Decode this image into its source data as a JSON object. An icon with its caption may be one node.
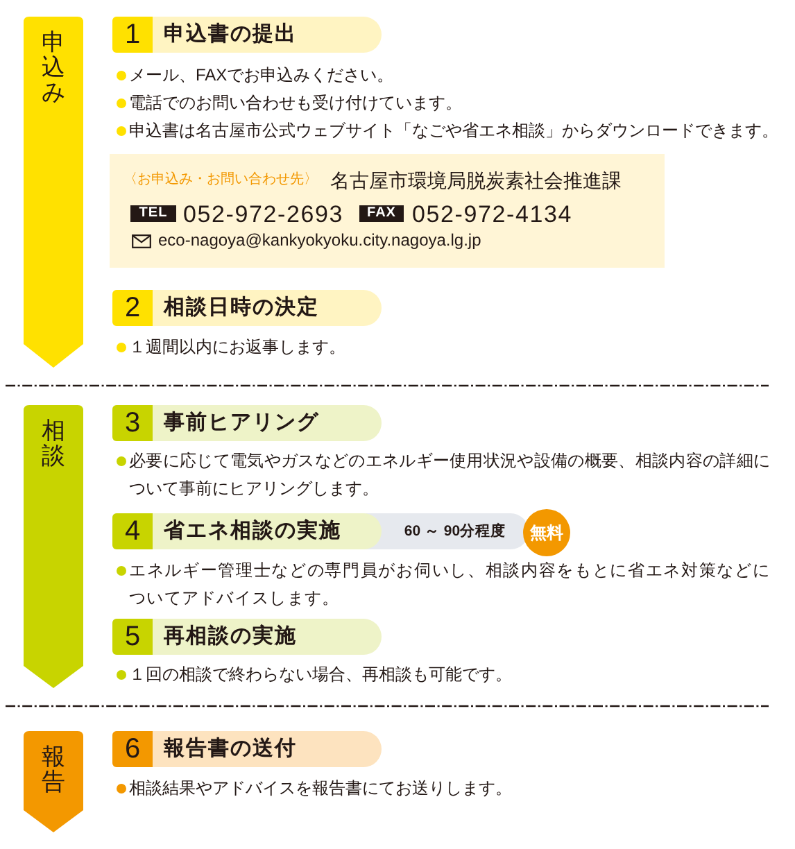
{
  "diagram": {
    "nodes": [
      {
        "text": [
          "申込み"
        ]
      },
      {
        "text": [
          "1",
          "申込書の提出"
        ]
      },
      {
        "text": [
          "〈お申込み・お問い合わせ先〉",
          "名古屋市環境局脱炭素社会推進課",
          "052-972-2693",
          "052-972-4134",
          "eco-nagoya@kankyokyoku.city.nagoya.lg.jp"
        ]
      },
      {
        "text": [
          "TEL"
        ],
        "in": 2
      },
      {
        "text": [
          "FAX"
        ],
        "in": 2
      },
      {
        "text": [
          "2",
          "相談日時の決定"
        ]
      },
      {
        "text": [
          "相談"
        ]
      },
      {
        "text": [
          "3",
          "事前ヒアリング"
        ]
      },
      {
        "text": [
          "4",
          "省エネ相談の実施"
        ]
      },
      {
        "text": [
          "60 ～ 90分程度"
        ]
      },
      {
        "text": [
          "無料"
        ]
      },
      {
        "text": [
          "5",
          "再相談の実施"
        ]
      },
      {
        "text": [
          "報告"
        ]
      },
      {
        "text": [
          "6",
          "報告書の送付"
        ]
      }
    ],
    "labels": [
      "メール、FAXでお申込みください。",
      "電話でのお問い合わせも受け付けています。",
      "申込書は名古屋市公式ウェブサイト「なごや省エネ相談」からダウンロードできます。",
      "１週間以内にお返事します。",
      "必要に応じて電気やガスなどのエネルギー使用状況や設備の概要、相談内容の詳細について事前にヒアリングします。",
      "エネルギー管理士などの専門員がお伺いし、相談内容をもとに省エネ対策などについてアドバイスします。",
      "１回の相談で終わらない場合、再相談も可能です。",
      "相談結果やアドバイスを報告書にてお送りします。"
    ]
  }
}
